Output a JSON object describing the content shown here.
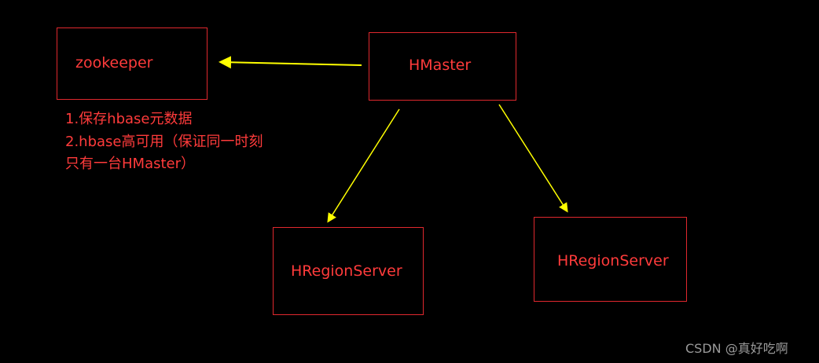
{
  "nodes": {
    "zookeeper": "zookeeper",
    "hmaster": "HMaster",
    "hregionserver_left": "HRegionServer",
    "hregionserver_right": "HRegionServer"
  },
  "notes": [
    "1.保存hbase元数据",
    "2.hbase高可用（保证同一时刻",
    "只有一台HMaster）"
  ],
  "watermark": "CSDN @真好吃啊",
  "colors": {
    "background": "#000000",
    "box_border": "#e0282e",
    "text": "#ff3b3b",
    "arrow": "#ffff00",
    "watermark": "#9a9a9a"
  }
}
